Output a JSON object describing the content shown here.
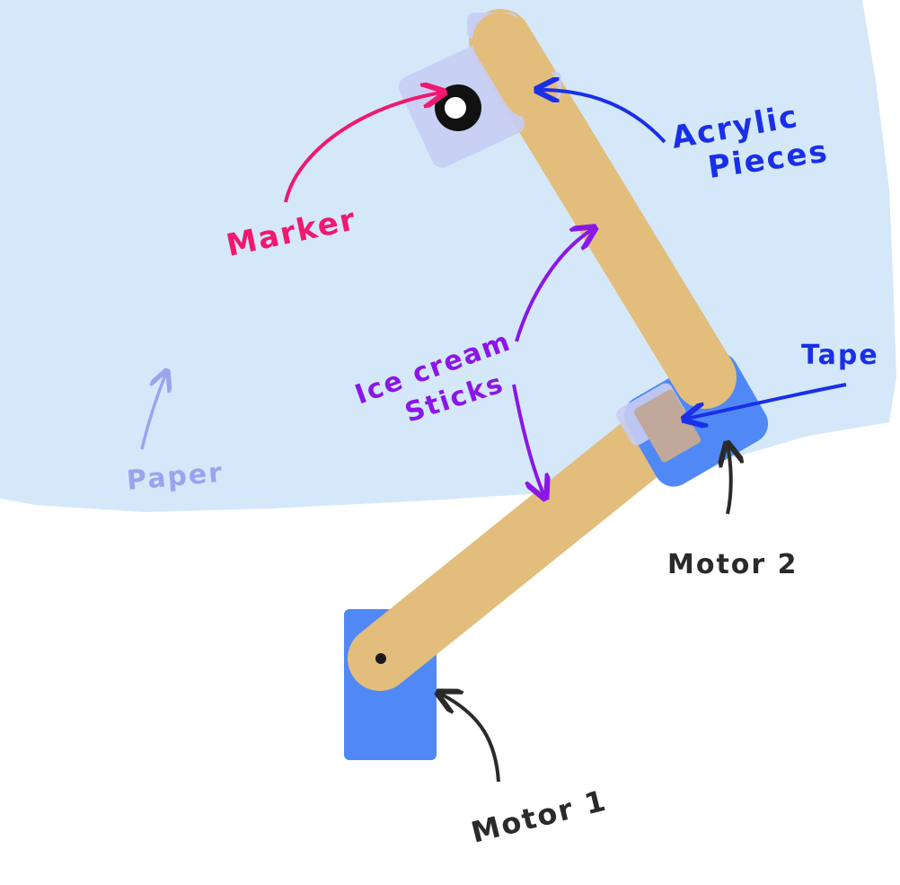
{
  "colors": {
    "paper": "#d4e8fa",
    "background": "#ffffff",
    "stick": "#e3bd7b",
    "motor": "#5089f6",
    "acrylic": "#c7cdf3",
    "tape": "#c0a89a",
    "marker_body": "#111111",
    "marker_tip": "#ffffff",
    "marker_label": "#f0186f",
    "acrylic_label": "#1a2fe8",
    "stick_label": "#8a16e8",
    "paper_label": "#9aa4ee",
    "motor_label": "#2a2a2a"
  },
  "labels": {
    "marker": "Marker",
    "acrylic_line1": "Acrylic",
    "acrylic_line2": "Pieces",
    "ice_cream_line1": "Ice cream",
    "ice_cream_line2": "Sticks",
    "tape": "Tape",
    "paper": "Paper",
    "motor2": "Motor 2",
    "motor1": "Motor 1"
  }
}
